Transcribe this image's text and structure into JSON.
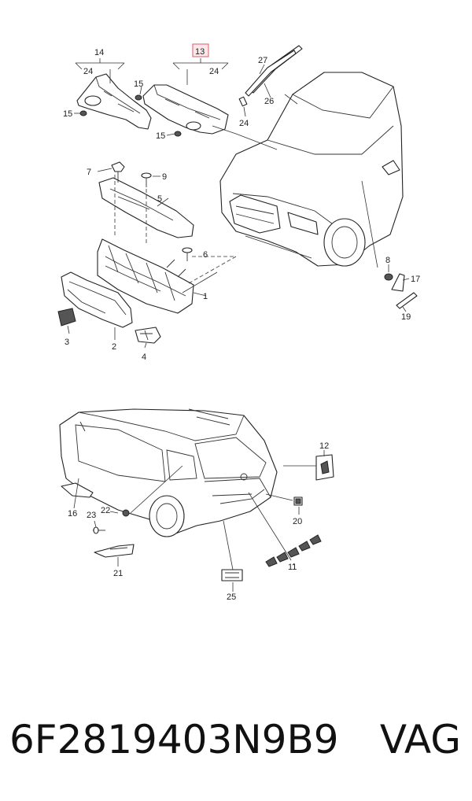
{
  "callouts": {
    "c1": "1",
    "c2": "2",
    "c3": "3",
    "c4": "4",
    "c5": "5",
    "c6": "6",
    "c7": "7",
    "c8": "8",
    "c9": "9",
    "c11": "11",
    "c12": "12",
    "c13": "13",
    "c14": "14",
    "c15a": "15",
    "c15b": "15",
    "c15c": "15",
    "c16": "16",
    "c17": "17",
    "c19": "19",
    "c20": "20",
    "c21": "21",
    "c22": "22",
    "c23": "23",
    "c24a": "24",
    "c24b": "24",
    "c24c": "24",
    "c25": "25",
    "c26": "26",
    "c27": "27"
  },
  "highlight_color": "#e05a6a",
  "footer": {
    "part_number": "6F2819403N9B9",
    "brand": "VAG"
  }
}
